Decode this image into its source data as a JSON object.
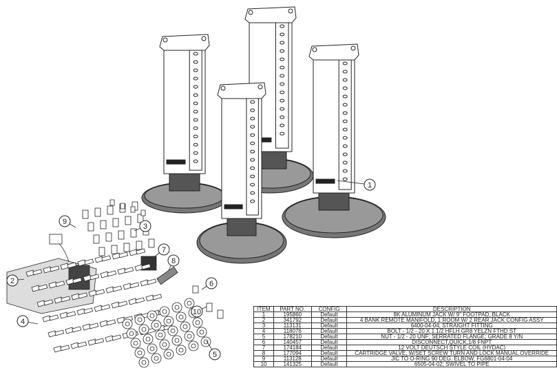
{
  "balloons": [
    "1",
    "2",
    "3",
    "4",
    "5",
    "6",
    "7",
    "8",
    "9",
    "10"
  ],
  "bom": {
    "headers": {
      "item": "ITEM",
      "part": "PART NO.",
      "config": "CONFIG",
      "description": "DESCRIPTION"
    },
    "rows": [
      {
        "item": "1",
        "part": "195860",
        "config": "Default",
        "description": "8K ALUMINUM JACK W/ 9\" FOOTPAD, BLACK"
      },
      {
        "item": "2",
        "part": "341792",
        "config": "Default",
        "description": "4 BANK REMOTE MANIFOLD, 1 ROOM W/ 2 REAR JACK CONFIG ASSY"
      },
      {
        "item": "3",
        "part": "113131",
        "config": "Default",
        "description": "6400-04-04; STRAIGHT FITTING"
      },
      {
        "item": "4",
        "part": "118076",
        "config": "Default",
        "description": "BOLT - 1/2 - 20 X 1 1/2 HFLH GR8 YELZN FTHD ST"
      },
      {
        "item": "5",
        "part": "178210",
        "config": "Default",
        "description": "NUT - 1/2 - 20 UNF; SERRATED FLANGE; GRADE 8 Y/N"
      },
      {
        "item": "6",
        "part": "140457",
        "config": "Default",
        "description": "DISCONNECT,QUICK,1/8 FNPT"
      },
      {
        "item": "7",
        "part": "174184",
        "config": "Default",
        "description": "12 VOLT DEUTSCH STYLE COIL (HYDAC)"
      },
      {
        "item": "8",
        "part": "177094",
        "config": "Default",
        "description": "CARTRIDGE VALVE, W/SET SCREW TURN AND LOCK MANUAL OVERRIDE"
      },
      {
        "item": "9",
        "part": "113128",
        "config": "Default",
        "description": "JIC TO O-RING 90 DEG. ELBOW, FG6801-04-04"
      },
      {
        "item": "10",
        "part": "141325",
        "config": "Default",
        "description": "6505-04-02; SWIVEL TO PIPE"
      }
    ]
  }
}
